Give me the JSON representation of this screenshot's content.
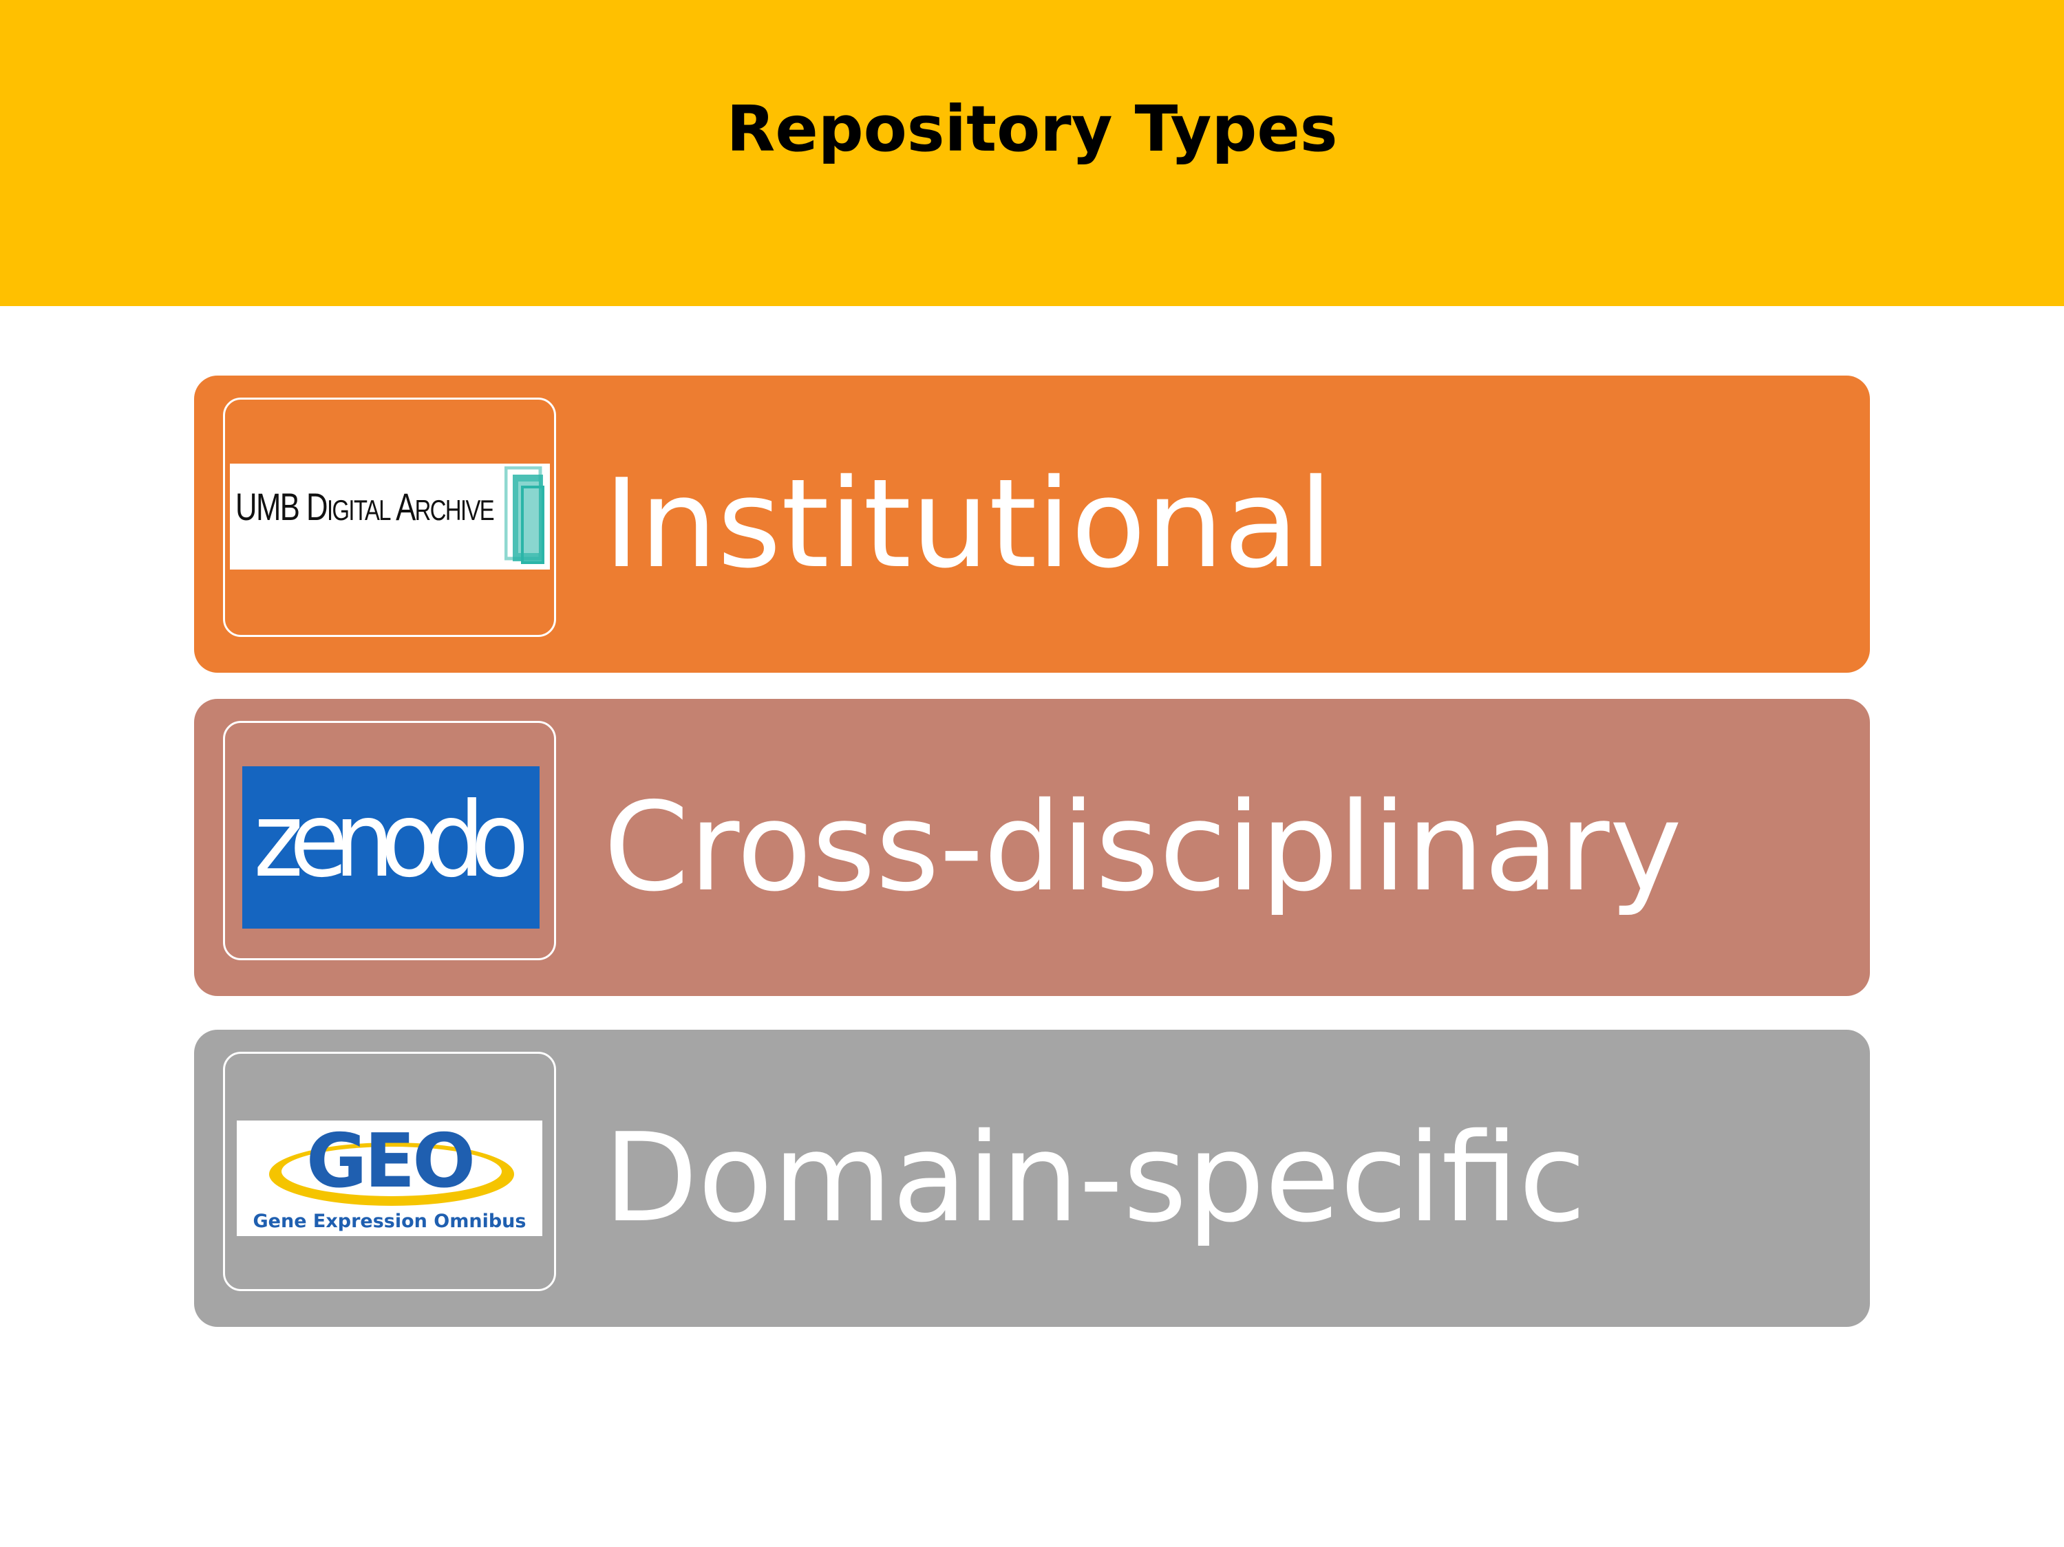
{
  "slide": {
    "title": "Repository Types"
  },
  "rows": [
    {
      "label": "Institutional",
      "logo": {
        "name": "umb-digital-archive-logo",
        "text_main": "UMB D",
        "text_small1": "IGITAL",
        "text_big2": "A",
        "text_small2": "RCHIVE"
      },
      "color": "#ED7D31"
    },
    {
      "label": "Cross-disciplinary",
      "logo": {
        "name": "zenodo-logo",
        "text": "zenodo"
      },
      "color": "#C48271"
    },
    {
      "label": "Domain-specific",
      "logo": {
        "name": "geo-logo",
        "text": "GEO",
        "subtitle": "Gene Expression Omnibus"
      },
      "color": "#A5A5A5"
    }
  ],
  "colors": {
    "header": "#FFC000",
    "zenodo_blue": "#1565C0",
    "geo_blue": "#1F5FB0",
    "geo_yellow": "#F5C400",
    "umb_teal": "#2BB5A8"
  }
}
